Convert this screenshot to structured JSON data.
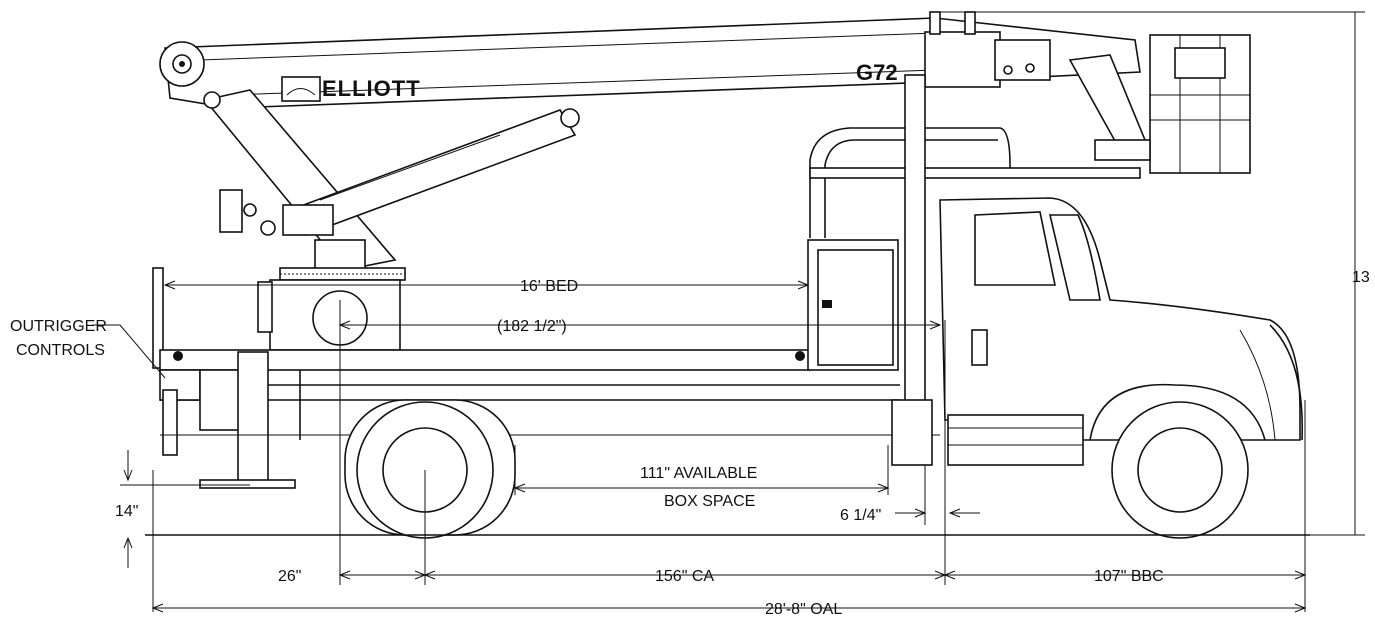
{
  "labels": {
    "outrigger_line1": "OUTRIGGER",
    "outrigger_line2": "CONTROLS",
    "bed": "16' BED",
    "bed_sub": "(182 1/2\")",
    "box_line1": "111\" AVAILABLE",
    "box_line2": "BOX SPACE",
    "clear": "6 1/4\"",
    "ground": "14\"",
    "rear_offset": "26\"",
    "ca": "156\" CA",
    "bbc": "107\" BBC",
    "oal": "28'-8\" OAL",
    "height": "13",
    "brand": "ELLIOTT",
    "model": "G72"
  },
  "icons": {
    "pedestal": "turntable-icon",
    "bucket": "aerial-bucket-icon",
    "rear_wheel": "rear-wheel-icon",
    "front_wheel": "front-wheel-icon"
  },
  "colors": {
    "ink": "#111111",
    "paper": "#ffffff"
  }
}
